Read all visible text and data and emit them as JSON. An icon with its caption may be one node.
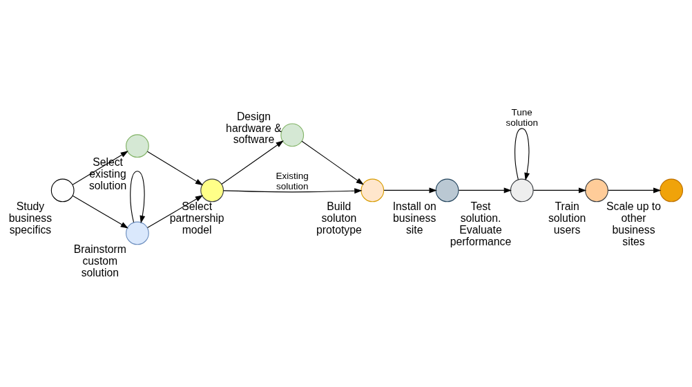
{
  "diagram": {
    "nodes": [
      {
        "text": [],
        "shape": "circle",
        "beside": [
          "Study business specifics"
        ]
      },
      {
        "text": [],
        "shape": "circle",
        "beside": [
          "Select existing solution"
        ]
      },
      {
        "text": [],
        "shape": "circle",
        "beside": [
          "Brainstorm custom solution"
        ]
      },
      {
        "text": [],
        "shape": "circle",
        "beside": [
          "Select partnership model"
        ]
      },
      {
        "text": [],
        "shape": "circle",
        "beside": [
          "Design hardware & software"
        ]
      },
      {
        "text": [],
        "shape": "circle",
        "beside": [
          "Build soluton prototype"
        ]
      },
      {
        "text": [],
        "shape": "circle",
        "beside": [
          "Install on business site"
        ]
      },
      {
        "text": [],
        "shape": "circle",
        "beside": [
          "Test solution. Evaluate performance"
        ]
      },
      {
        "text": [],
        "shape": "circle",
        "beside": [
          "Train solution users"
        ]
      },
      {
        "text": [],
        "shape": "circle",
        "beside": [
          "Scale up to other business sites"
        ]
      }
    ],
    "edges": [
      {
        "from": 0,
        "to": 1,
        "arrow": "to"
      },
      {
        "from": 0,
        "to": 2,
        "arrow": "to"
      },
      {
        "from": 2,
        "to": 2,
        "arrow": "to"
      },
      {
        "from": 1,
        "to": 3,
        "arrow": "to"
      },
      {
        "from": 2,
        "to": 3,
        "arrow": "to"
      },
      {
        "from": 3,
        "to": 4,
        "arrow": "to"
      },
      {
        "from": 3,
        "to": 5,
        "arrow": "to",
        "label": "Existing solution"
      },
      {
        "from": 4,
        "to": 5,
        "arrow": "to"
      },
      {
        "from": 5,
        "to": 6,
        "arrow": "to"
      },
      {
        "from": 6,
        "to": 7,
        "arrow": "to"
      },
      {
        "from": 7,
        "to": 7,
        "arrow": "to",
        "label": "Tune solution"
      },
      {
        "from": 7,
        "to": 8,
        "arrow": "to"
      },
      {
        "from": 8,
        "to": 9,
        "arrow": "to"
      }
    ]
  }
}
